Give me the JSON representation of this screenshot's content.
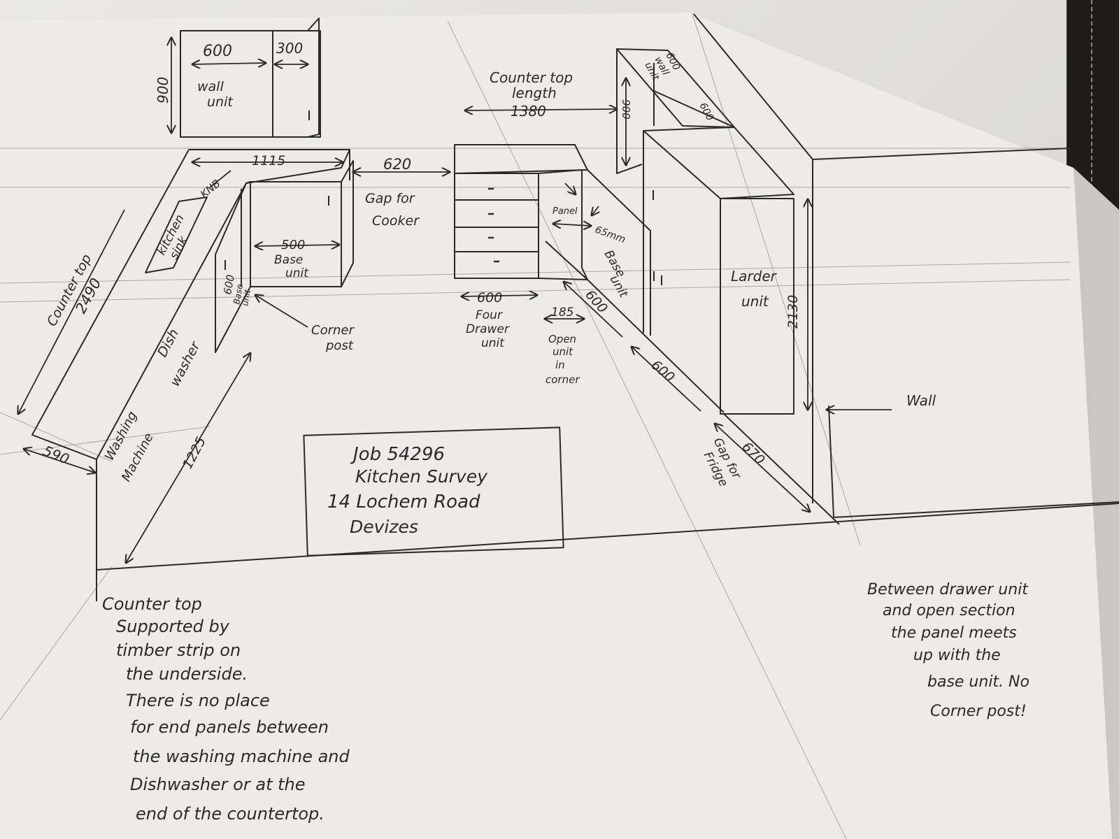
{
  "wall_cabinet": {
    "width_main": "600",
    "width_small": "300",
    "height": "900",
    "label_1": "wall",
    "label_2": "unit"
  },
  "sink_run": {
    "width": "1115",
    "sink_1": "kitchen",
    "sink_2": "sink",
    "depth_note": "KNB"
  },
  "cooker": {
    "gap_width": "620",
    "label_1": "Gap for",
    "label_2": "Cooker"
  },
  "base_500": {
    "width": "500",
    "label_1": "Base",
    "label_2": "unit"
  },
  "corner_base": {
    "width": "600",
    "label_1": "Base",
    "label_2": "unit"
  },
  "corner_post": {
    "label_1": "Corner",
    "label_2": "post"
  },
  "left_countertop": {
    "label_1": "Counter top",
    "length": "2490",
    "depth": "590"
  },
  "dishwasher": {
    "label_1": "Dish",
    "label_2": "washer"
  },
  "washing_machine": {
    "label_1": "Washing",
    "label_2": "Machine"
  },
  "left_run_length": "1225",
  "right_countertop": {
    "label_1": "Counter top",
    "label_2": "length",
    "length": "1380"
  },
  "drawer_unit": {
    "width": "600",
    "label_1": "Four",
    "label_2": "Drawer",
    "label_3": "unit"
  },
  "panel": {
    "label": "Panel",
    "thickness": "65mm"
  },
  "open_unit": {
    "width": "185",
    "label_1": "Open",
    "label_2": "unit",
    "label_3": "in",
    "label_4": "corner"
  },
  "base_unit_right": {
    "depth": "600",
    "label_1": "Base",
    "label_2": "unit"
  },
  "larder": {
    "width": "600",
    "height": "2130",
    "label_1": "Larder",
    "label_2": "unit"
  },
  "wall_unit_right": {
    "height": "900",
    "width": "600",
    "depth": "600",
    "label_1": "600",
    "label_2": "wall",
    "label_3": "unit"
  },
  "fridge": {
    "gap": "670",
    "label_1": "Gap for",
    "label_2": "Fridge"
  },
  "wall_label": "Wall",
  "title_block": {
    "job": "Job 54296",
    "type": "Kitchen Survey",
    "address": "14 Lochem Road",
    "town": "Devizes"
  },
  "note_left": [
    "Counter top",
    "Supported by",
    "timber strip on",
    "the underside.",
    "There is no place",
    "for end panels between",
    "the washing machine and",
    "Dishwasher or at the",
    "end of the countertop."
  ],
  "note_right": [
    "Between drawer unit",
    "and open section",
    "the panel meets",
    "up with the",
    "base unit. No",
    "Corner post!"
  ]
}
